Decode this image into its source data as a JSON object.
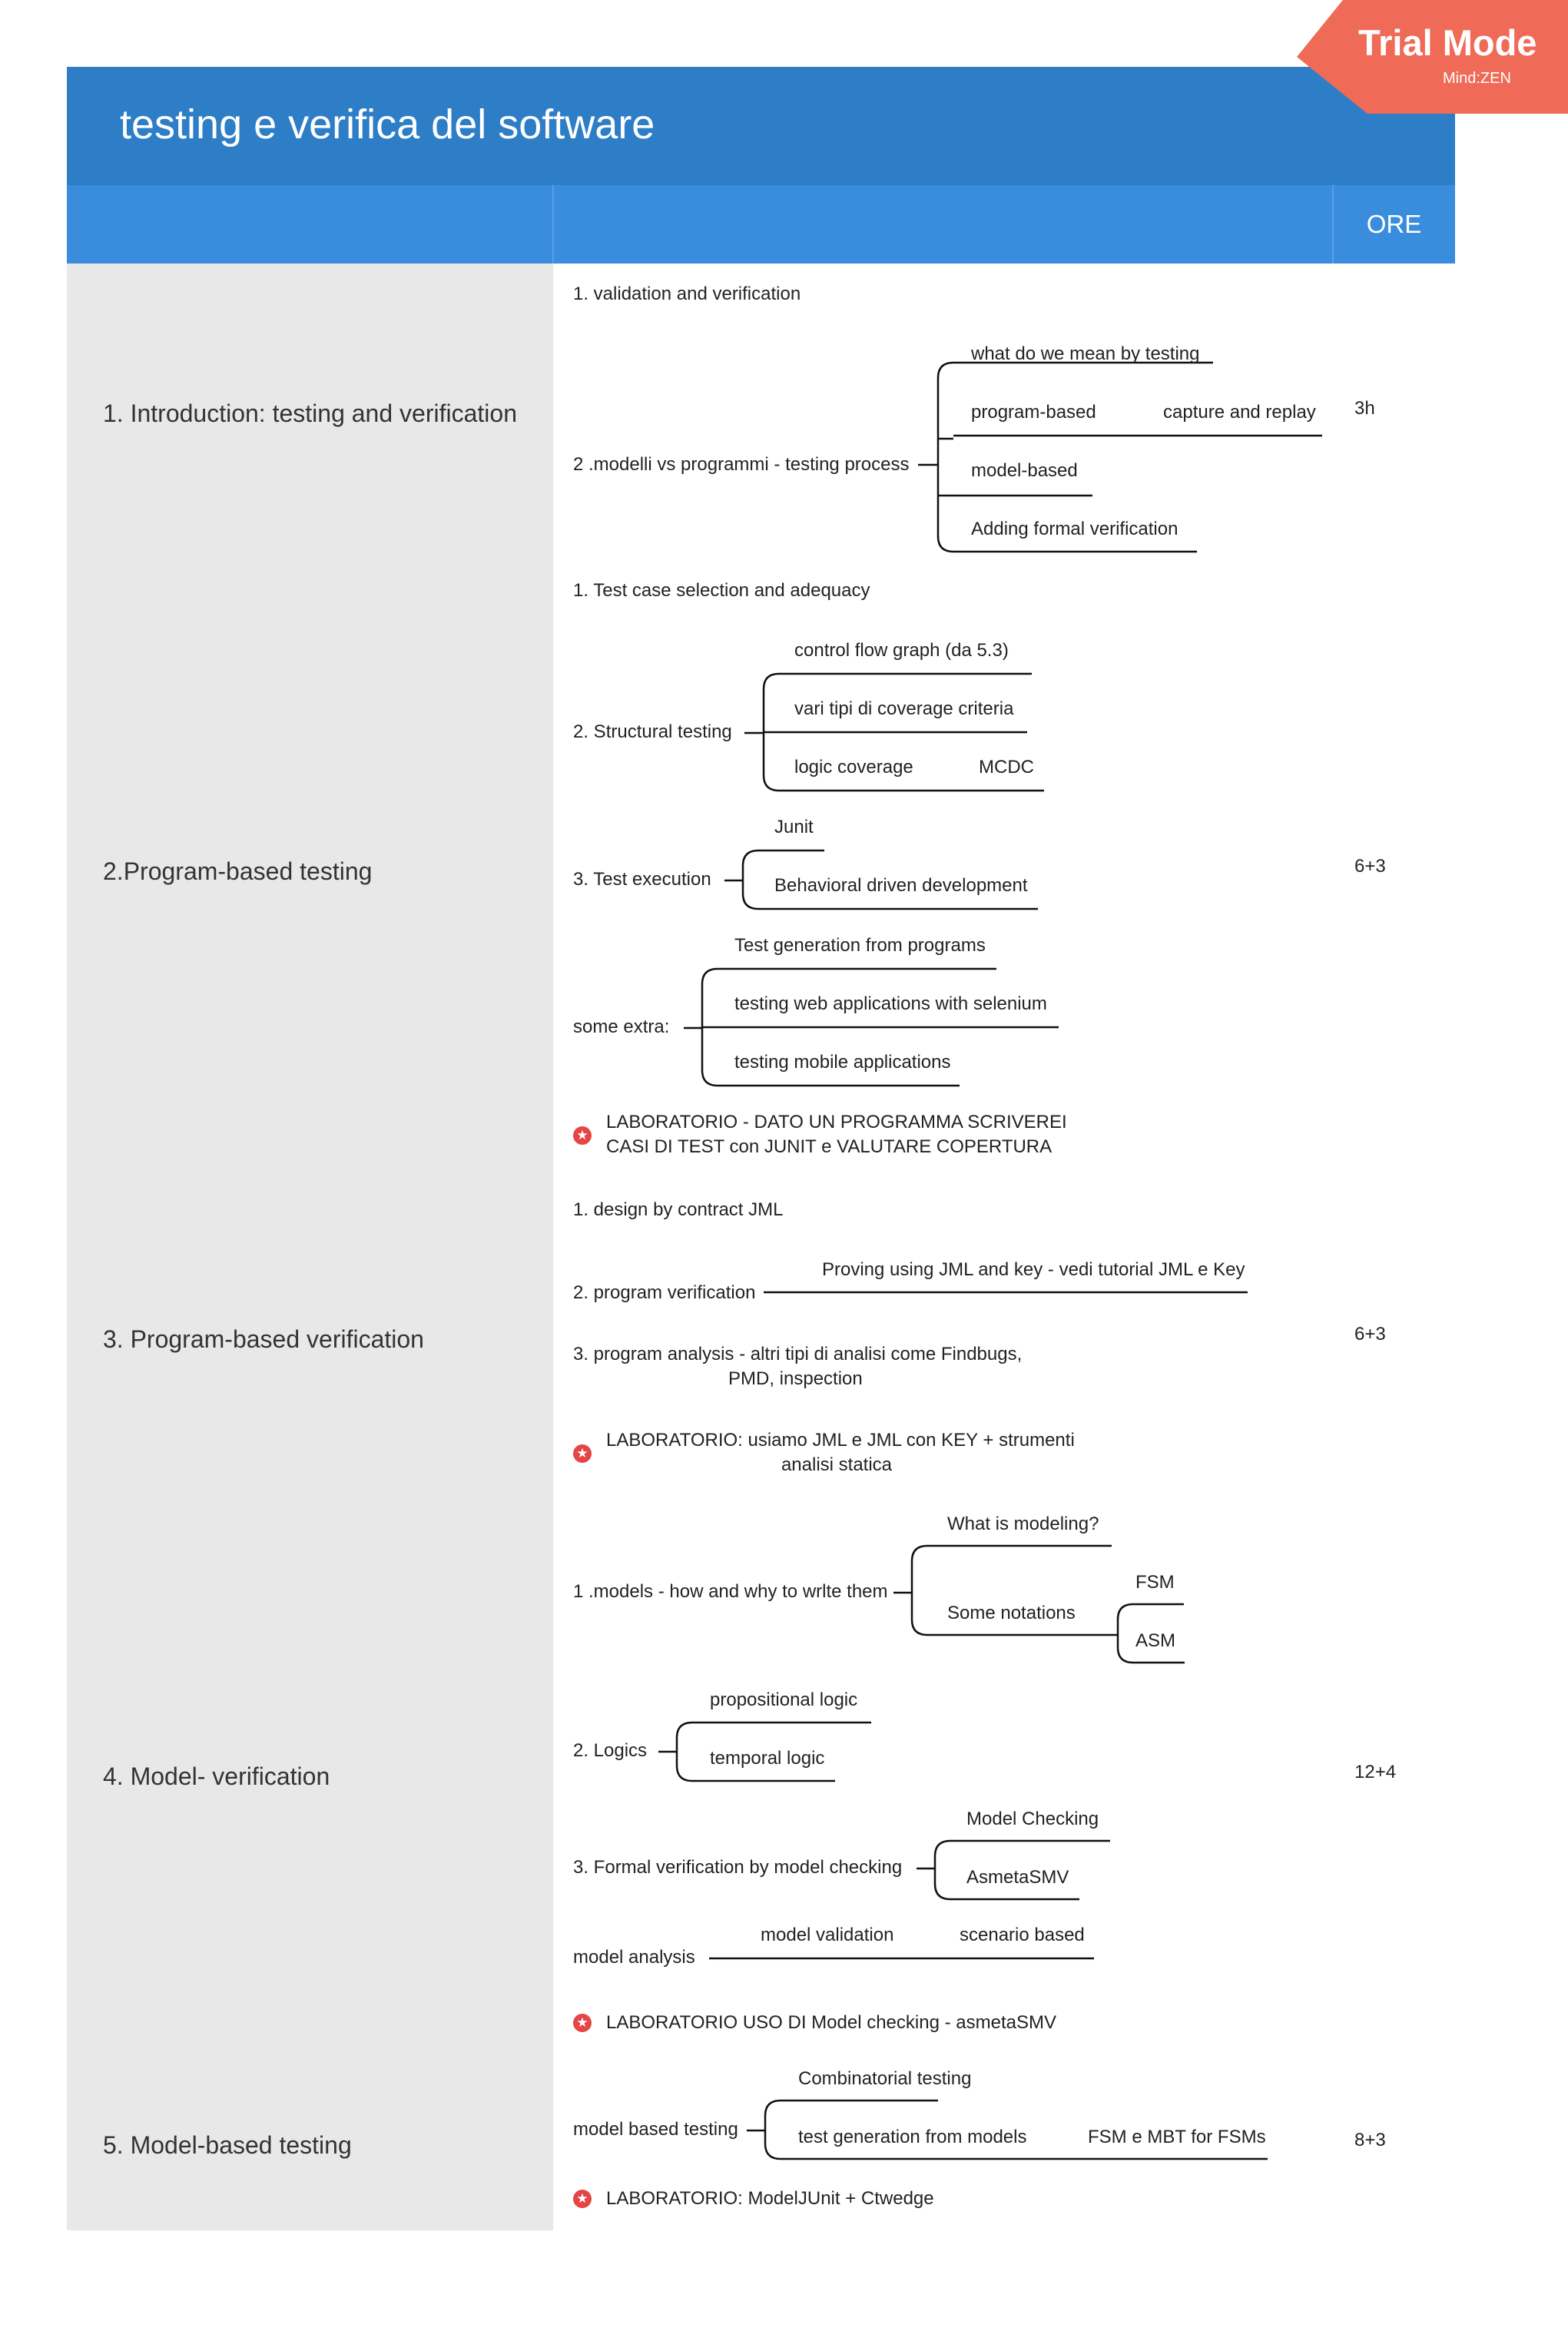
{
  "title": "testing e verifica del software",
  "header": {
    "ore": "ORE"
  },
  "trial": {
    "label": "Trial Mode",
    "brand": "Mind:ZEN"
  },
  "sections": [
    {
      "title": "1. Introduction: testing and verification",
      "ore": "3h",
      "items": {
        "a": "1. validation and verification",
        "b": "2 .modelli vs programmi - testing process",
        "b1": "what do we mean by testing",
        "b2": "program-based",
        "b2a": "capture and replay",
        "b3": "model-based",
        "b4": "Adding formal verification"
      }
    },
    {
      "title": "2.Program-based testing",
      "ore": "6+3",
      "items": {
        "a": "1. Test case selection and adequacy",
        "b": "2. Structural testing",
        "b1": "control flow graph (da 5.3)",
        "b2": "vari tipi di coverage criteria",
        "b3": "logic coverage",
        "b3a": "MCDC",
        "c": "3. Test execution",
        "c1": "Junit",
        "c2": "Behavioral driven development",
        "d": "some extra:",
        "d1": "Test generation from programs",
        "d2": "testing web applications with selenium",
        "d3": "testing mobile applications",
        "lab1": "LABORATORIO - DATO UN PROGRAMMA SCRIVEREI",
        "lab2": "CASI DI TEST con JUNIT e VALUTARE COPERTURA"
      }
    },
    {
      "title": "3. Program-based verification",
      "ore": "6+3",
      "items": {
        "a": "1. design by contract JML",
        "b": "2. program verification",
        "b1": "Proving using JML and key - vedi tutorial JML e Key",
        "c1": "3. program analysis - altri tipi di analisi come Findbugs,",
        "c2": "PMD, inspection",
        "lab1": "LABORATORIO: usiamo JML e JML con KEY + strumenti",
        "lab2": "analisi statica"
      }
    },
    {
      "title": "4. Model- verification",
      "ore": "12+4",
      "items": {
        "a": "1 .models - how and why to wrlte them",
        "a1": "What is modeling?",
        "a2": "Some notations",
        "a2a": "FSM",
        "a2b": "ASM",
        "b": "2. Logics",
        "b1": "propositional logic",
        "b2": "temporal logic",
        "c": "3. Formal verification by model checking",
        "c1": "Model Checking",
        "c2": "AsmetaSMV",
        "d": "model analysis",
        "d1": "model validation",
        "d2": "scenario based",
        "lab": "LABORATORIO USO DI Model checking - asmetaSMV"
      }
    },
    {
      "title": "5. Model-based testing",
      "ore": "8+3",
      "items": {
        "a": "model based testing",
        "a1": "Combinatorial testing",
        "a2": "test generation from models",
        "a2a": "FSM e MBT for FSMs",
        "lab": "LABORATORIO: ModelJUnit + Ctwedge"
      }
    }
  ]
}
